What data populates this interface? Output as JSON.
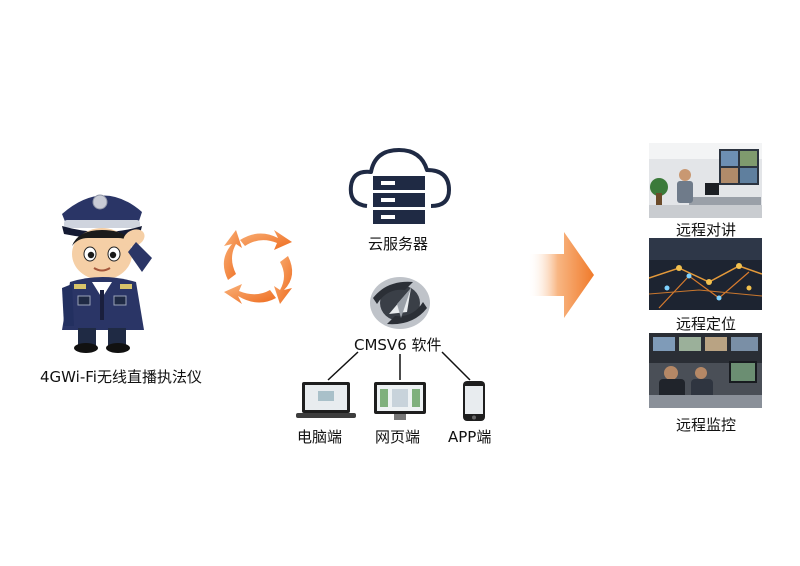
{
  "device": {
    "label": "4GWi-Fi无线直播执法仪"
  },
  "cloud": {
    "label": "云服务器"
  },
  "software": {
    "label": "CMSV6 软件"
  },
  "clients": [
    {
      "label": "电脑端"
    },
    {
      "label": "网页端"
    },
    {
      "label": "APP端"
    }
  ],
  "features": [
    {
      "label": "远程对讲"
    },
    {
      "label": "远程定位"
    },
    {
      "label": "远程监控"
    }
  ],
  "colors": {
    "accent": "#f07a2a",
    "dark": "#1f2a44",
    "navy": "#2a3566"
  }
}
